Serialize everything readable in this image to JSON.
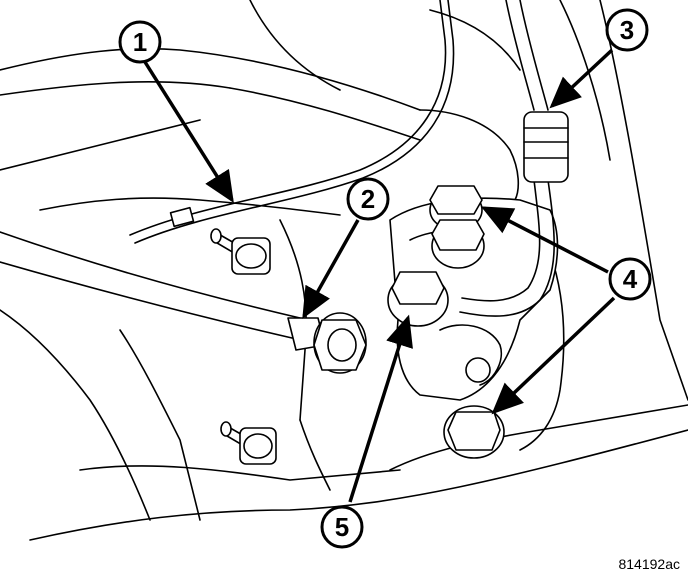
{
  "figure": {
    "id_label": "814192ac"
  },
  "callouts": [
    {
      "number": "1"
    },
    {
      "number": "2"
    },
    {
      "number": "3"
    },
    {
      "number": "4"
    },
    {
      "number": "5"
    }
  ],
  "colors": {
    "line": "#000000",
    "background": "#ffffff",
    "fill": "#ffffff"
  }
}
